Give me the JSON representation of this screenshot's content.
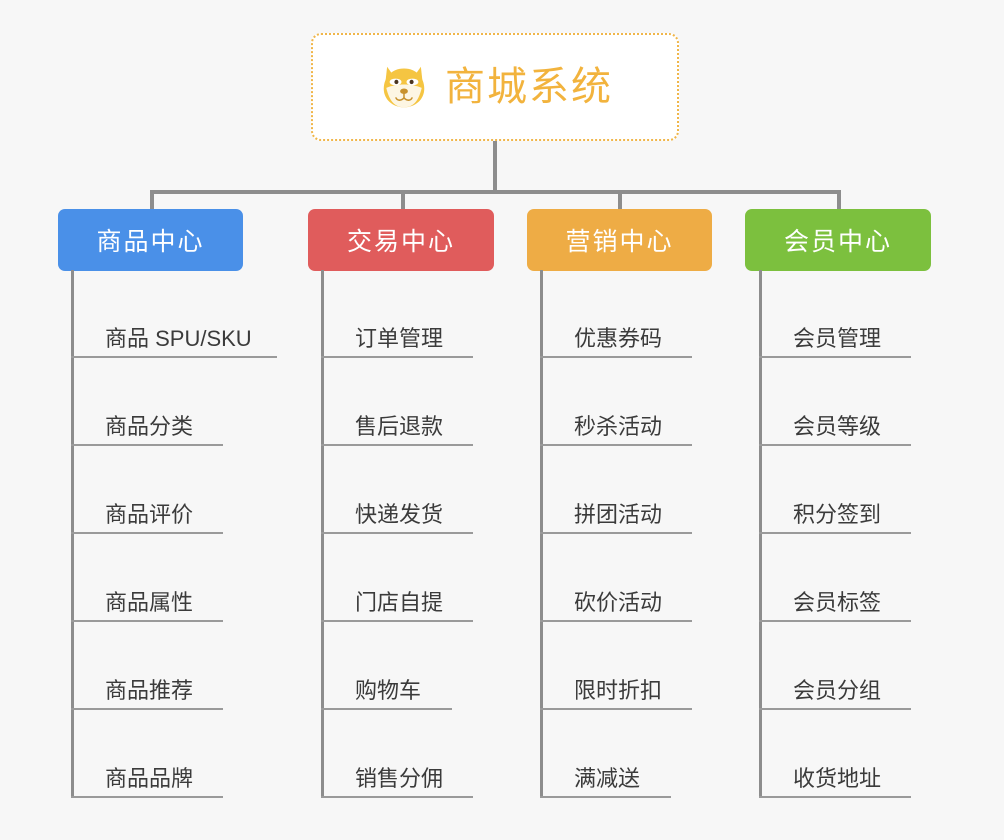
{
  "colors": {
    "background": "#f7f7f7",
    "root_border": "#f0b64a",
    "root_text": "#f2b33d",
    "connector": "#8d8d8d",
    "leaf_rule": "#9a9a9a",
    "leaf_text": "#3b3b3b",
    "category_blue": "#4a90e8",
    "category_red": "#e05c5c",
    "category_orange": "#eeac45",
    "category_green": "#7cc03e"
  },
  "root": {
    "icon": "dog-face-emoji",
    "title": "商城系统"
  },
  "columns": [
    {
      "id": "product-center",
      "title": "商品中心",
      "color": "#4a90e8",
      "items": [
        "商品 SPU/SKU",
        "商品分类",
        "商品评价",
        "商品属性",
        "商品推荐",
        "商品品牌"
      ]
    },
    {
      "id": "trade-center",
      "title": "交易中心",
      "color": "#e05c5c",
      "items": [
        "订单管理",
        "售后退款",
        "快递发货",
        "门店自提",
        "购物车",
        "销售分佣"
      ]
    },
    {
      "id": "marketing-center",
      "title": "营销中心",
      "color": "#eeac45",
      "items": [
        "优惠券码",
        "秒杀活动",
        "拼团活动",
        "砍价活动",
        "限时折扣",
        "满减送"
      ]
    },
    {
      "id": "member-center",
      "title": "会员中心",
      "color": "#7cc03e",
      "items": [
        "会员管理",
        "会员等级",
        "积分签到",
        "会员标签",
        "会员分组",
        "收货地址"
      ]
    }
  ]
}
